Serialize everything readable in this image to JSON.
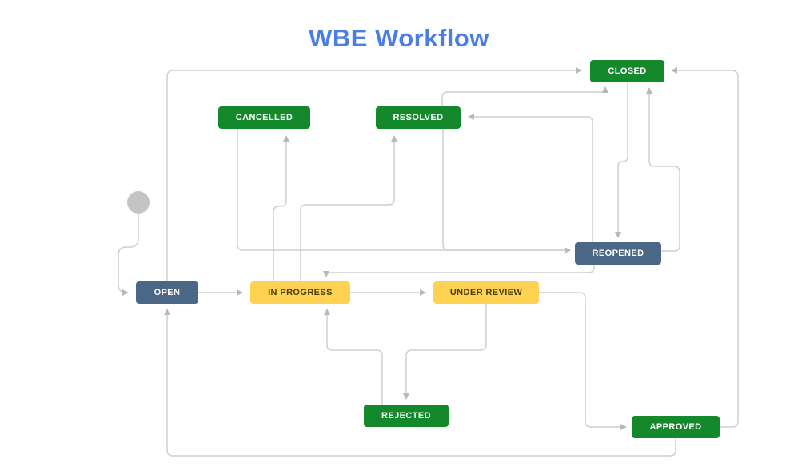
{
  "title": "WBE Workflow",
  "title_color": "#4a7ee6",
  "diagram": {
    "edge_color": "#cfcfcf",
    "arrow_color": "#b9b9b9",
    "start_node": {
      "shape": "circle",
      "color": "#c4c4c4"
    },
    "nodes": [
      {
        "id": "open",
        "label": "OPEN",
        "bg": "#4a6785",
        "fg": "#ffffff"
      },
      {
        "id": "in-progress",
        "label": "IN PROGRESS",
        "bg": "#ffd351",
        "fg": "#4a3c06"
      },
      {
        "id": "under-review",
        "label": "UNDER REVIEW",
        "bg": "#ffd351",
        "fg": "#4a3c06"
      },
      {
        "id": "reopened",
        "label": "REOPENED",
        "bg": "#4a6785",
        "fg": "#ffffff"
      },
      {
        "id": "cancelled",
        "label": "CANCELLED",
        "bg": "#14892c",
        "fg": "#ffffff"
      },
      {
        "id": "resolved",
        "label": "RESOLVED",
        "bg": "#14892c",
        "fg": "#ffffff"
      },
      {
        "id": "closed",
        "label": "CLOSED",
        "bg": "#14892c",
        "fg": "#ffffff"
      },
      {
        "id": "rejected",
        "label": "REJECTED",
        "bg": "#14892c",
        "fg": "#ffffff"
      },
      {
        "id": "approved",
        "label": "APPROVED",
        "bg": "#14892c",
        "fg": "#ffffff"
      }
    ],
    "edges": [
      {
        "from": "start",
        "to": "open"
      },
      {
        "from": "open",
        "to": "in-progress"
      },
      {
        "from": "open",
        "to": "closed"
      },
      {
        "from": "in-progress",
        "to": "cancelled"
      },
      {
        "from": "in-progress",
        "to": "resolved"
      },
      {
        "from": "in-progress",
        "to": "under-review"
      },
      {
        "from": "under-review",
        "to": "rejected"
      },
      {
        "from": "rejected",
        "to": "in-progress"
      },
      {
        "from": "under-review",
        "to": "approved"
      },
      {
        "from": "approved",
        "to": "closed"
      },
      {
        "from": "approved",
        "to": "open"
      },
      {
        "from": "resolved",
        "to": "closed"
      },
      {
        "from": "closed",
        "to": "reopened"
      },
      {
        "from": "reopened",
        "to": "closed"
      },
      {
        "from": "reopened",
        "to": "resolved"
      },
      {
        "from": "cancelled",
        "to": "reopened"
      },
      {
        "from": "resolved",
        "to": "reopened"
      },
      {
        "from": "reopened",
        "to": "in-progress"
      }
    ]
  }
}
